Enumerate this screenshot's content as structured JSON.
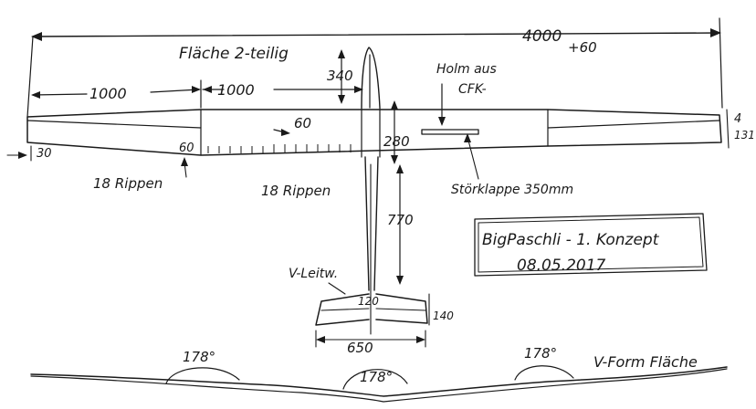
{
  "labels": {
    "wing_title": "Fläche 2-teilig",
    "span_total": "4000",
    "span_extra": "+60",
    "half_left": "1000",
    "half_right": "1000",
    "fin_height": "340",
    "spar_line1": "Holm aus",
    "spar_line2": "CFK-",
    "chord_root": "280",
    "rib_spacing": "60",
    "tip_offset": "30",
    "panel_chord": "60",
    "ribs_outer": "18 Rippen",
    "ribs_inner": "18 Rippen",
    "spoiler": "Störklappe 350mm",
    "tip_chord": "4",
    "tip_chord_b": "131",
    "fuselage_len": "770",
    "vtail_label": "V-Leitw.",
    "vtail_root": "120",
    "vtail_tip": "140",
    "vtail_span": "650",
    "dihedral_1": "178°",
    "dihedral_2": "178°",
    "dihedral_3": "178°",
    "dihedral_caption": "V-Form Fläche"
  },
  "title_box": {
    "title": "BigPaschli - 1. Konzept",
    "date": "08.05.2017"
  }
}
